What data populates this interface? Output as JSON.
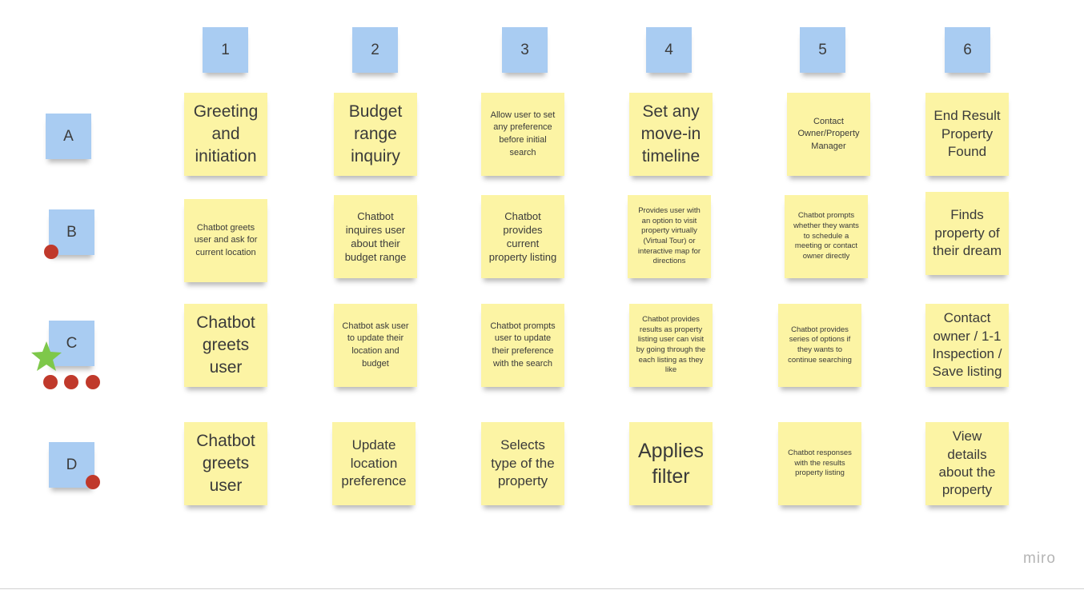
{
  "columns": [
    "1",
    "2",
    "3",
    "4",
    "5",
    "6"
  ],
  "rows": [
    "A",
    "B",
    "C",
    "D"
  ],
  "cards": {
    "a1": "Greeting and initiation",
    "a2": "Budget range inquiry",
    "a3": "Allow user to set any preference before initial search",
    "a4": "Set any move-in timeline",
    "a5": "Contact Owner/Property Manager",
    "a6": "End Result Property Found",
    "b1": "Chatbot greets user and ask for current location",
    "b2": "Chatbot inquires user about their budget range",
    "b3": "Chatbot provides current property listing",
    "b4": "Provides user with an option to visit property virtually (Virtual Tour) or interactive map for directions",
    "b5": "Chatbot prompts whether they wants to schedule a meeting or contact owner directly",
    "b6": "Finds property of their dream",
    "c1": "Chatbot greets user",
    "c2": "Chatbot ask user to update their location and budget",
    "c3": "Chatbot prompts user to update their preference with the search",
    "c4": "Chatbot provides results as property listing user can visit by going through the each listing as they like",
    "c5": "Chatbot provides series of options if they wants to continue searching",
    "c6": "Contact owner / 1-1 Inspection / Save listing",
    "d1": "Chatbot greets user",
    "d2": "Update location preference",
    "d3": "Selects type of the property",
    "d4": "Applies filter",
    "d5": "Chatbot responses with the results property listing",
    "d6": "View details about the property"
  },
  "markers": {
    "dot_color": "#c0392b",
    "star_color": "#7ec84a",
    "row_b_dots": 1,
    "row_c_dots": 3,
    "row_c_star": 1,
    "row_d_dots": 1
  },
  "colors": {
    "header_sticky": "#a9ccf2",
    "content_sticky": "#fcf4a4"
  },
  "brand": "miro"
}
